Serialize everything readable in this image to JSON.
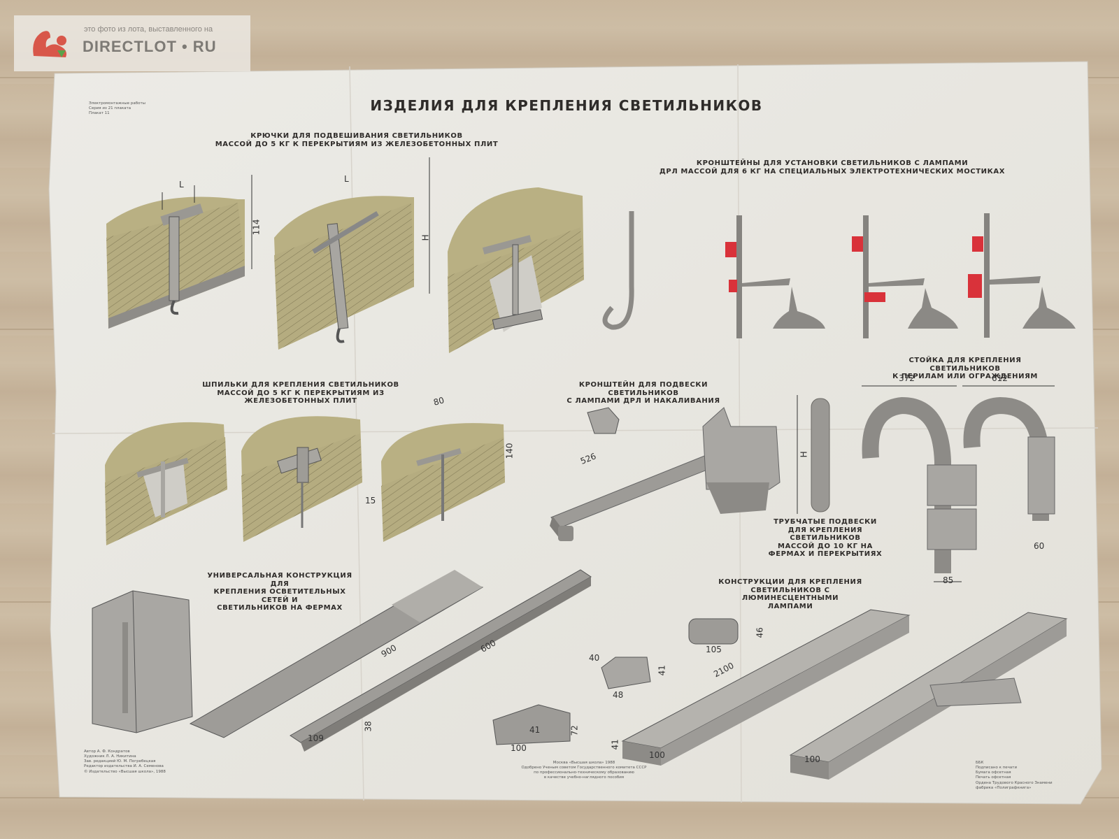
{
  "watermark": {
    "note": "это фото из лота, выставленного на",
    "brand": "DIRECTLOT • RU",
    "logo_icon": "squirrel-logo-icon"
  },
  "poster": {
    "series_note": [
      "Электромонтажные работы",
      "Серия из 21 плаката",
      "Плакат 11"
    ],
    "title": "ИЗДЕЛИЯ ДЛЯ КРЕПЛЕНИЯ СВЕТИЛЬНИКОВ",
    "sections": {
      "hooks": "КРЮЧКИ ДЛЯ ПОДВЕШИВАНИЯ СВЕТИЛЬНИКОВ\nМАССОЙ ДО 5 КГ К ПЕРЕКРЫТИЯМ ИЗ ЖЕЛЕЗОБЕТОННЫХ ПЛИТ",
      "brackets_drl": "КРОНШТЕЙНЫ ДЛЯ УСТАНОВКИ СВЕТИЛЬНИКОВ С ЛАМПАМИ\nДРЛ МАССОЙ ДЛЯ 6 КГ НА СПЕЦИАЛЬНЫХ ЭЛЕКТРОТЕХНИЧЕСКИХ МОСТИКАХ",
      "pins": "ШПИЛЬКИ ДЛЯ КРЕПЛЕНИЯ СВЕТИЛЬНИКОВ\nМАССОЙ ДО 5 КГ К ПЕРЕКРЫТИЯМ ИЗ ЖЕЛЕЗОБЕТОННЫХ ПЛИТ",
      "bracket_hang": "КРОНШТЕЙН ДЛЯ ПОДВЕСКИ СВЕТИЛЬНИКОВ\nС ЛАМПАМИ ДРЛ И НАКАЛИВАНИЯ",
      "post": "СТОЙКА ДЛЯ КРЕПЛЕНИЯ СВЕТИЛЬНИКОВ\nК ПЕРИЛАМ ИЛИ ОГРАЖДЕНИЯМ",
      "tubular": "ТРУБЧАТЫЕ ПОДВЕСКИ\nДЛЯ КРЕПЛЕНИЯ СВЕТИЛЬНИКОВ\nМАССОЙ ДО 10 КГ НА\nФЕРМАХ И ПЕРЕКРЫТИЯХ",
      "universal": "УНИВЕРСАЛЬНАЯ КОНСТРУКЦИЯ ДЛЯ\nКРЕПЛЕНИЯ ОСВЕТИТЕЛЬНЫХ СЕТЕЙ И\nСВЕТИЛЬНИКОВ НА ФЕРМАХ",
      "fluorescent": "КОНСТРУКЦИИ ДЛЯ КРЕПЛЕНИЯ\nСВЕТИЛЬНИКОВ С ЛЮМИНЕСЦЕНТНЫМИ\nЛАМПАМИ"
    },
    "dimensions": {
      "L": "L",
      "h114": "114",
      "H": "H",
      "d80": "80",
      "d140": "140",
      "d15": "15",
      "d526": "526",
      "d372": "372",
      "d612": "612",
      "d60": "60",
      "d85": "85",
      "d900": "900",
      "d600": "600",
      "d38": "38",
      "d109": "109",
      "d41": "41",
      "d72": "72",
      "d100": "100",
      "d105": "105",
      "d46": "46",
      "d40": "40",
      "d48": "48",
      "d2100": "2100"
    },
    "credits_left": [
      "Автор А. Ф. Кондратов",
      "Художник Л. А. Никитина",
      "Зав. редакцией Ю. М. Погребецкая",
      "Редактор издательства И. А. Семенова",
      "© Издательство «Высшая школа», 1988"
    ],
    "credits_center": [
      "Москва «Высшая школа» 1988",
      "Одобрено Ученым советом Государственного комитета СССР",
      "по профессионально-техническому образованию",
      "в качестве учебно-наглядного пособия"
    ],
    "credits_right": [
      "ББК",
      "Подписано к печати",
      "Бумага офсетная",
      "Печать офсетная",
      "Ордена Трудового Красного Знамени",
      "фабрика «Полиграфкнига»"
    ]
  }
}
